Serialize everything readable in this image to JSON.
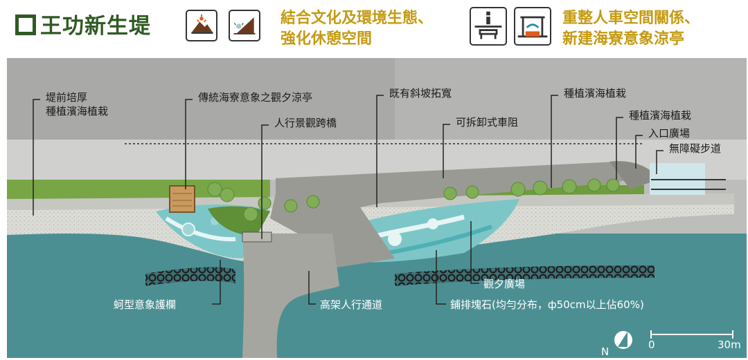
{
  "header": {
    "title": "王功新生堤",
    "goal_1": {
      "line1": "結合文化及環境生態、",
      "line2": "強化休憩空間"
    },
    "goal_2": {
      "line1": "重整人車空間關係、",
      "line2": "新建海寮意象涼亭"
    },
    "icons": [
      "mudflat-oyster-icon",
      "crab-slope-icon",
      "info-bench-icon",
      "pavilion-shelter-icon"
    ]
  },
  "labels": {
    "embankment": {
      "line1": "堤前培厚",
      "line2": "種植濱海植栽"
    },
    "pavilion": "傳統海寮意象之觀夕涼亭",
    "bridge": "人行景觀跨橋",
    "slope": "既有斜坡拓寬",
    "barrier": "可拆卸式車阻",
    "plant_1": "種植濱海植栽",
    "plant_2": "種植濱海植栽",
    "entrance": "入口廣場",
    "barrier_free": "無障礙步道",
    "railing": "蚵型意象護欄",
    "walkway": "高架人行通道",
    "sunset_plaza": "觀夕廣場",
    "rocks": "鋪排塊石(均勻分布，ф50cm以上佔60%)"
  },
  "scale": {
    "start": "0",
    "end": "30m"
  },
  "north": "N",
  "colors": {
    "title_green": "#2f5a23",
    "goal_gold": "#c49a12",
    "water": "#4c8f93",
    "plaza": "#7cc6c8",
    "grass": "#78a646"
  }
}
